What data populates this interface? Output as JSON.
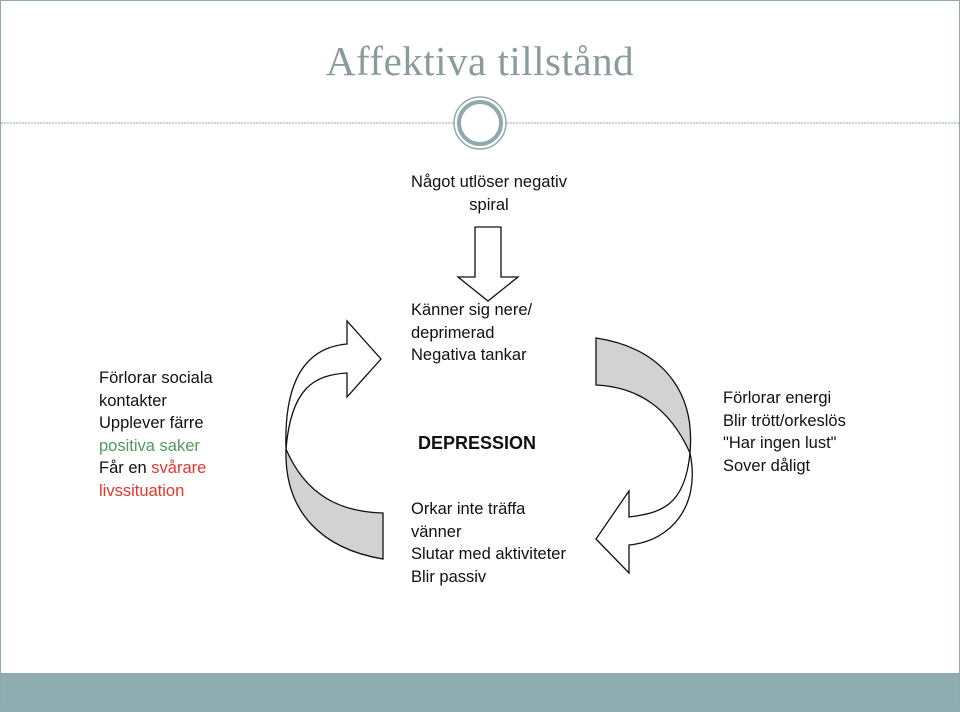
{
  "slide": {
    "title": "Affektiva tillstånd"
  },
  "diagram": {
    "trigger": [
      "Något utlöser negativ",
      "spiral"
    ],
    "top_state": [
      "Känner sig nere/",
      "deprimerad",
      "Negativa tankar"
    ],
    "right_state": [
      "Förlorar energi",
      "Blir trött/orkeslös",
      "\"Har ingen lust\"",
      "Sover dåligt"
    ],
    "bottom_state": [
      "Orkar inte träffa",
      "vänner",
      "Slutar med aktiviteter",
      "Blir passiv"
    ],
    "left_state": {
      "line1": "Förlorar sociala",
      "line2": "kontakter",
      "line3": "Upplever färre",
      "line4": "positiva saker",
      "line5_prefix": "Får en ",
      "line5_highlight": "svårare",
      "line6": "livssituation"
    },
    "center": "DEPRESSION"
  },
  "colors": {
    "title": "#8a9b9e",
    "rule": "#8fa9ac",
    "footer": "#8fadb0",
    "arrow_fill": "#d2d2d2",
    "positive_text": "#4e9a5a",
    "negative_text": "#e0392b"
  }
}
